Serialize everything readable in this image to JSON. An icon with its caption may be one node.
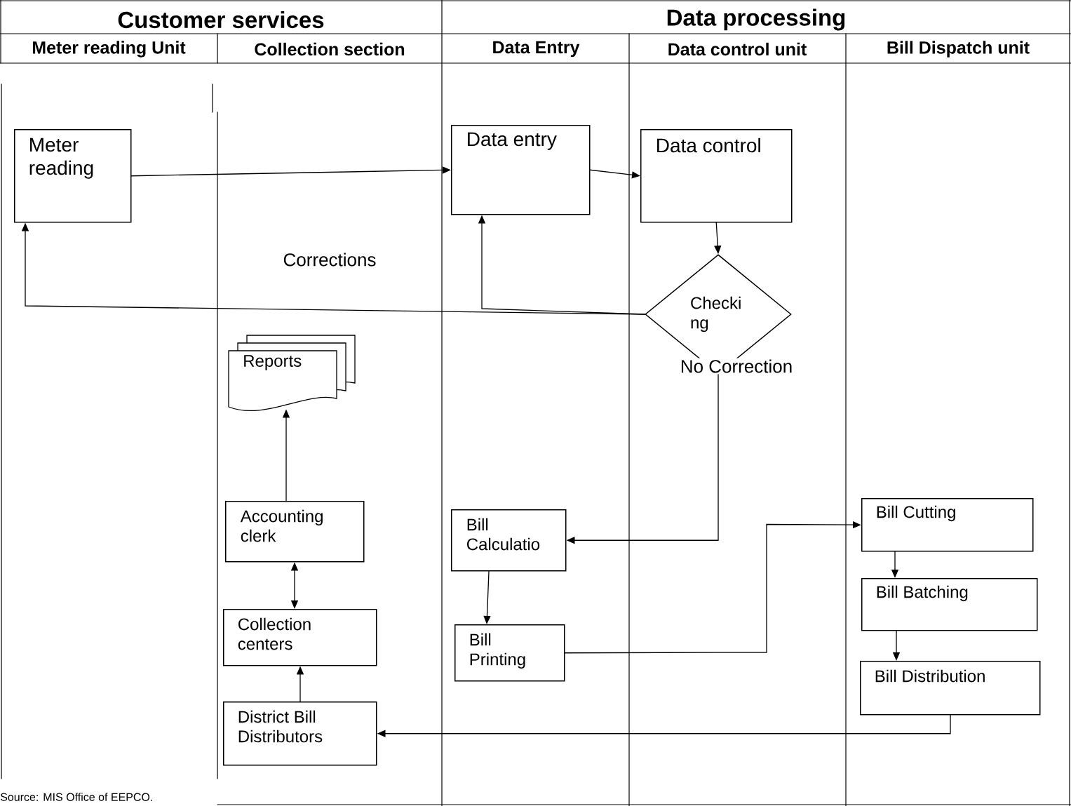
{
  "diagram": {
    "nodes": [
      {
        "text": [
          "Meter reading"
        ]
      },
      {
        "text": [
          "Data entry"
        ]
      },
      {
        "text": [
          "Data control"
        ]
      },
      {
        "text": [
          "Checki ng"
        ]
      },
      {
        "text": [
          "Reports"
        ]
      },
      {
        "text": [
          "Accounting clerk"
        ]
      },
      {
        "text": [
          "Collection centers"
        ]
      },
      {
        "text": [
          "District Bill Distributors"
        ]
      },
      {
        "text": [
          "Bill Calculatio"
        ]
      },
      {
        "text": [
          "Bill Printing"
        ]
      },
      {
        "text": [
          "Bill Cutting"
        ]
      },
      {
        "text": [
          "Bill Batching"
        ]
      },
      {
        "text": [
          "Bill Distribution"
        ]
      }
    ],
    "edges": [
      {
        "from": 0,
        "to": 1,
        "arrow": "to"
      },
      {
        "from": 1,
        "to": 2,
        "arrow": "to"
      },
      {
        "from": 2,
        "to": 3,
        "arrow": "to"
      },
      {
        "from": 3,
        "to": 0,
        "arrow": "to",
        "label": "Corrections"
      },
      {
        "from": 3,
        "to": 1,
        "arrow": "to"
      },
      {
        "from": 3,
        "to": 8,
        "arrow": "to",
        "label": "No Correction"
      },
      {
        "from": 8,
        "to": 9,
        "arrow": "to"
      },
      {
        "from": 9,
        "to": 10,
        "arrow": "to"
      },
      {
        "from": 10,
        "to": 11,
        "arrow": "to"
      },
      {
        "from": 11,
        "to": 12,
        "arrow": "to"
      },
      {
        "from": 12,
        "to": 7,
        "arrow": "to"
      },
      {
        "from": 7,
        "to": 6,
        "arrow": "to"
      },
      {
        "from": 6,
        "to": 5,
        "arrow": "both"
      },
      {
        "from": 5,
        "to": 4,
        "arrow": "to"
      }
    ],
    "labels": [
      "Customer services",
      "Data processing",
      "Meter reading Unit",
      "Collection section",
      "Data Entry",
      "Data control unit",
      "Bill Dispatch unit",
      "Source: MIS Office of EEPCO."
    ]
  }
}
